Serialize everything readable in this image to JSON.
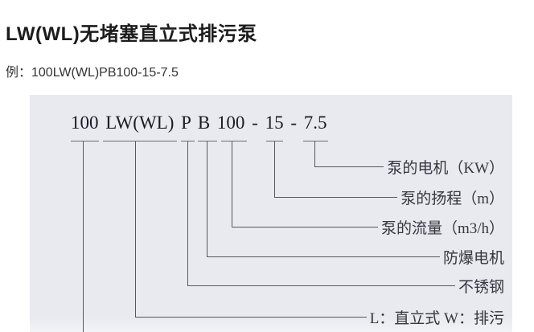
{
  "page": {
    "title": "LW(WL)无堵塞直立式排污泵",
    "example": "例：100LW(WL)PB100-15-7.5"
  },
  "diagram": {
    "code": "100 LW(WL) P B 100 - 15 - 7.5",
    "labels": [
      {
        "text": "泵的电机（KW）"
      },
      {
        "text": "泵的扬程（m）"
      },
      {
        "text": "泵的流量（m3/h）"
      },
      {
        "text": "防爆电机"
      },
      {
        "text": "不锈钢"
      },
      {
        "text": "L：直立式 W：排污"
      }
    ]
  },
  "colors": {
    "panel_bg": "#e8eaef",
    "line": "#565760",
    "title_text": "#1c1c1c",
    "label_text": "#35363f"
  }
}
